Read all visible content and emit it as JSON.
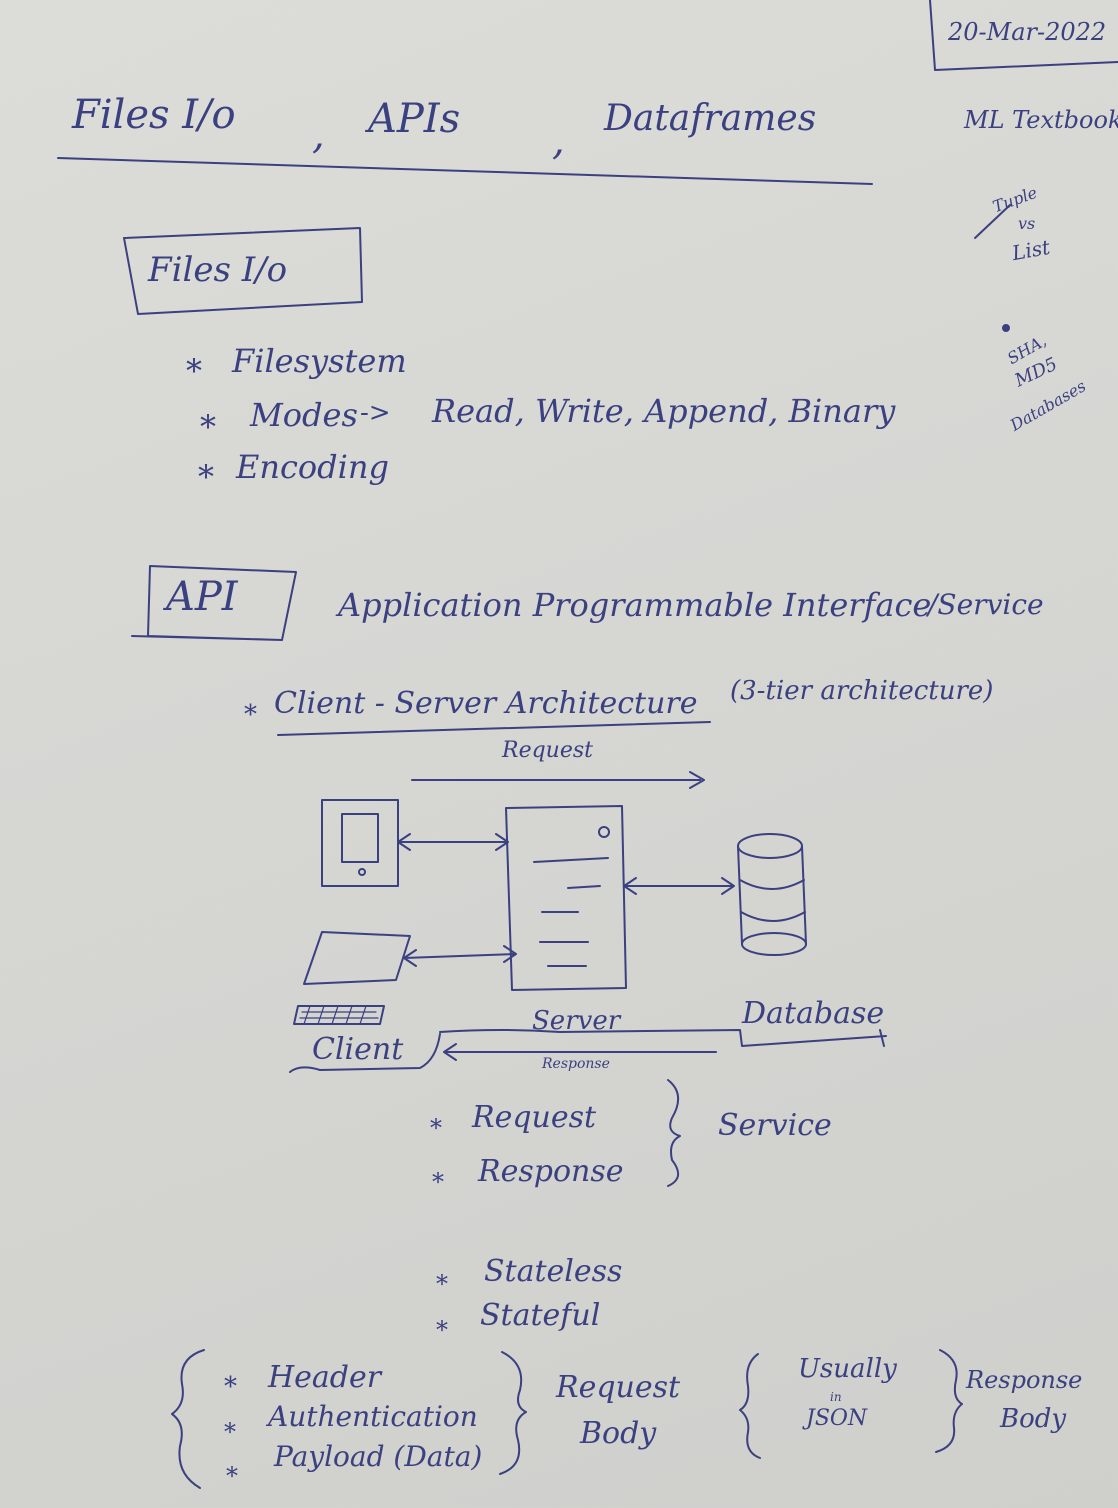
{
  "date": "20-Mar-2022",
  "title": {
    "part1": "Files I/o",
    "part2": "APIs",
    "part3": "Dataframes",
    "sep": ","
  },
  "margin_notes": {
    "ml_textbook": "ML Textbook",
    "tuple_vs_list": [
      "Tuple",
      "vs",
      "List"
    ],
    "sha_md5": [
      "SHA,",
      "MD5",
      "Databases"
    ]
  },
  "files_section": {
    "heading": "Files I/o",
    "bullets": [
      "Filesystem",
      "Modes",
      "Encoding"
    ],
    "modes_arrow": "->",
    "modes_list": "Read, Write, Append, Binary"
  },
  "api_section": {
    "heading": "API",
    "expansion": "Application Programmable Interface",
    "service": "/Service",
    "architecture": "Client - Server Architecture",
    "architecture_note": "(3-tier architecture)"
  },
  "diagram": {
    "request": "Request",
    "response": "Response",
    "client": "Client",
    "server": "Server",
    "database": "Database"
  },
  "service_group": {
    "items": [
      "Request",
      "Response"
    ],
    "label": "Service"
  },
  "state_items": [
    "Stateless",
    "Stateful"
  ],
  "request_body_group": {
    "items": [
      "Header",
      "Authentication",
      "Payload (Data)"
    ],
    "label_line1": "Request",
    "label_line2": "Body"
  },
  "response_body_group": {
    "note_line1": "Usually",
    "note_small": "in",
    "note_line2": "JSON",
    "label_line1": "Response",
    "label_line2": "Body"
  },
  "bullet_symbol": "*"
}
